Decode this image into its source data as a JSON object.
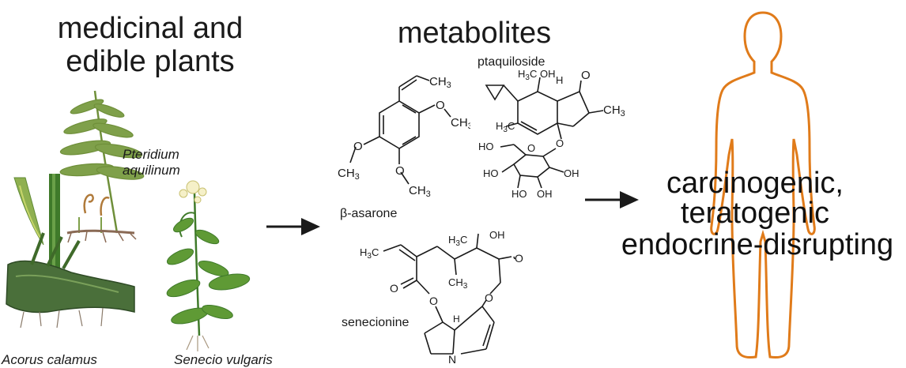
{
  "plants": {
    "title_line1": "medicinal and",
    "title_line2": "edible plants",
    "species": [
      {
        "name_line1": "Pteridium",
        "name_line2": "aquilinum"
      },
      {
        "name": "Acorus calamus"
      },
      {
        "name": "Senecio vulgaris"
      }
    ]
  },
  "metabolites": {
    "title": "metabolites",
    "compounds": [
      {
        "name": "β-asarone"
      },
      {
        "name": "ptaquiloside"
      },
      {
        "name": "senecionine"
      }
    ]
  },
  "effects": {
    "line1": "carcinogenic,",
    "line2": "teratogenic",
    "line3": "endocrine-disrupting"
  },
  "colors": {
    "human_outline": "#e07b1a",
    "arrow": "#1a1a1a",
    "fern": "#6f8f3a",
    "leaf": "#5f9a35",
    "stem": "#3f7a2a",
    "root": "#8a6a55"
  },
  "icons": [
    "right-arrow-icon",
    "human-silhouette-icon"
  ]
}
